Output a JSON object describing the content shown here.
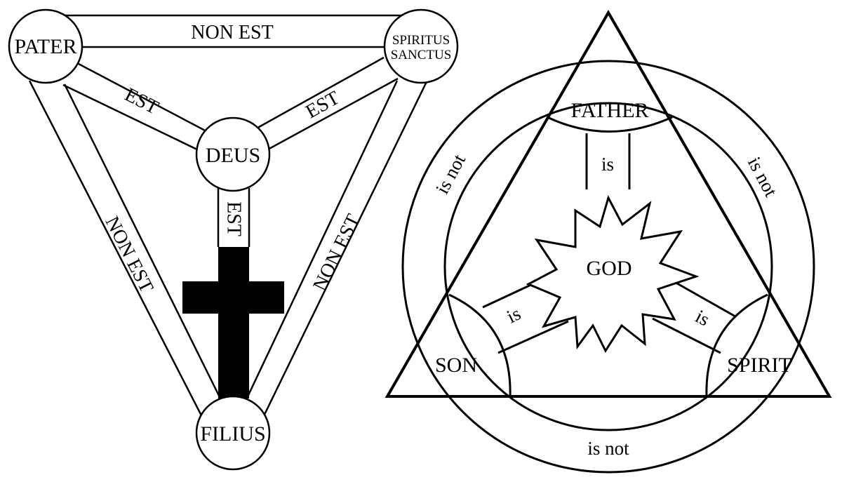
{
  "left_diagram": {
    "nodes": {
      "pater": "PATER",
      "spiritus_line1": "SPIRITUS",
      "spiritus_line2": "SANCTUS",
      "deus": "DEUS",
      "filius": "FILIUS"
    },
    "relations": {
      "pater_spiritus": "NON EST",
      "pater_deus": "EST",
      "spiritus_deus": "EST",
      "deus_filius": "EST",
      "pater_filius": "NON EST",
      "spiritus_filius": "NON EST"
    }
  },
  "right_diagram": {
    "nodes": {
      "father": "FATHER",
      "god": "GOD",
      "son": "SON",
      "spirit": "SPIRIT"
    },
    "relations": {
      "father_god": "is",
      "son_god": "is",
      "spirit_god": "is",
      "father_son": "is not",
      "father_spirit": "is not",
      "son_spirit": "is not"
    }
  },
  "colors": {
    "ink": "#000000",
    "paper": "#ffffff"
  }
}
